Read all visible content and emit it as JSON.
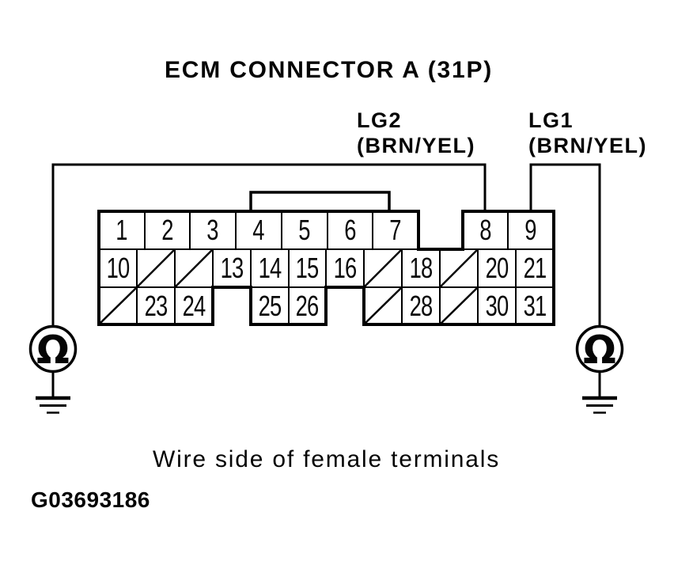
{
  "title": "ECM CONNECTOR A (31P)",
  "wire_labels": {
    "lg2": {
      "name": "LG2",
      "color_code": "(BRN/YEL)"
    },
    "lg1": {
      "name": "LG1",
      "color_code": "(BRN/YEL)"
    }
  },
  "connector": {
    "name": "ECM Connector A",
    "pin_count": "31P",
    "pins": {
      "p1": "1",
      "p2": "2",
      "p3": "3",
      "p4": "4",
      "p5": "5",
      "p6": "6",
      "p7": "7",
      "p8": "8",
      "p9": "9",
      "p10": "10",
      "p13": "13",
      "p14": "14",
      "p15": "15",
      "p16": "16",
      "p18": "18",
      "p20": "20",
      "p21": "21",
      "p23": "23",
      "p24": "24",
      "p25": "25",
      "p26": "26",
      "p28": "28",
      "p30": "30",
      "p31": "31"
    },
    "no_terminal_positions": [
      "11",
      "12",
      "17",
      "19",
      "22",
      "27",
      "29"
    ]
  },
  "ground": {
    "symbol": "Ω"
  },
  "caption": "Wire side of female terminals",
  "figure_id": "G03693186",
  "colors": {
    "ink": "#000000",
    "paper": "#ffffff"
  }
}
